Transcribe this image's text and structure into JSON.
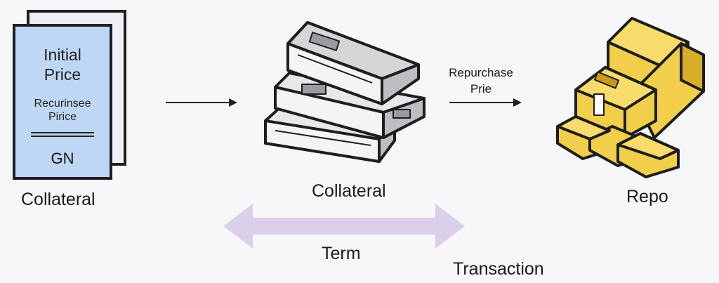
{
  "document": {
    "title_line1": "Initial",
    "title_line2": "Price",
    "sub_line1": "Recurinsee",
    "sub_line2": "Pirice",
    "code": "GN"
  },
  "labels": {
    "collateral_left": "Collateral",
    "collateral_center": "Collateral",
    "repurchase_line1": "Repurchase",
    "repurchase_line2": "Prie",
    "repo": "Repo",
    "term": "Term",
    "transaction": "Transaction"
  },
  "colors": {
    "document_fill": "#bdd7f5",
    "gold": "#f2cf4a",
    "term_arrow": "#dccfe9"
  }
}
